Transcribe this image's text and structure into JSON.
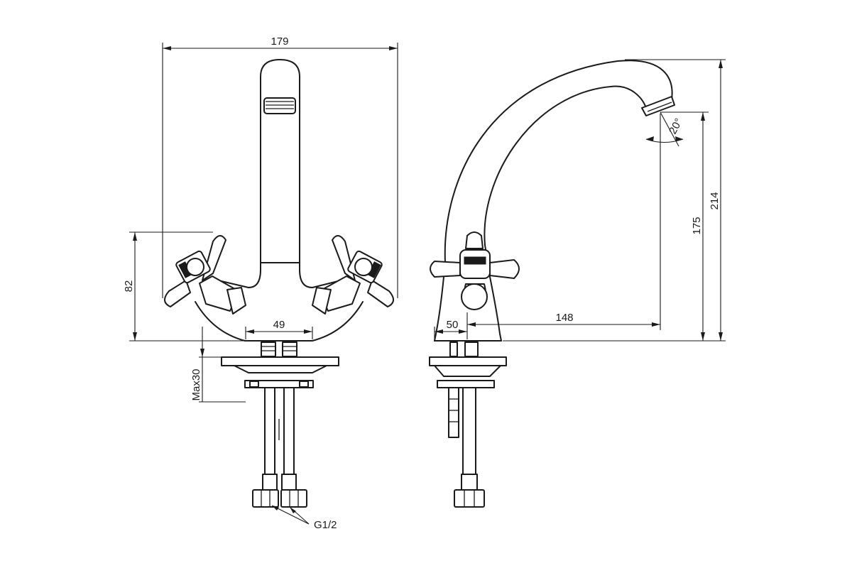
{
  "drawing": {
    "front_view": {
      "overall_width": "179",
      "handle_height": "82",
      "handle_spacing": "49",
      "max_counter_thickness": "Max30",
      "thread_size": "G1/2"
    },
    "side_view": {
      "base_width": "50",
      "spout_reach": "148",
      "spout_height": "175",
      "total_height": "214",
      "spout_angle": "20°"
    }
  }
}
